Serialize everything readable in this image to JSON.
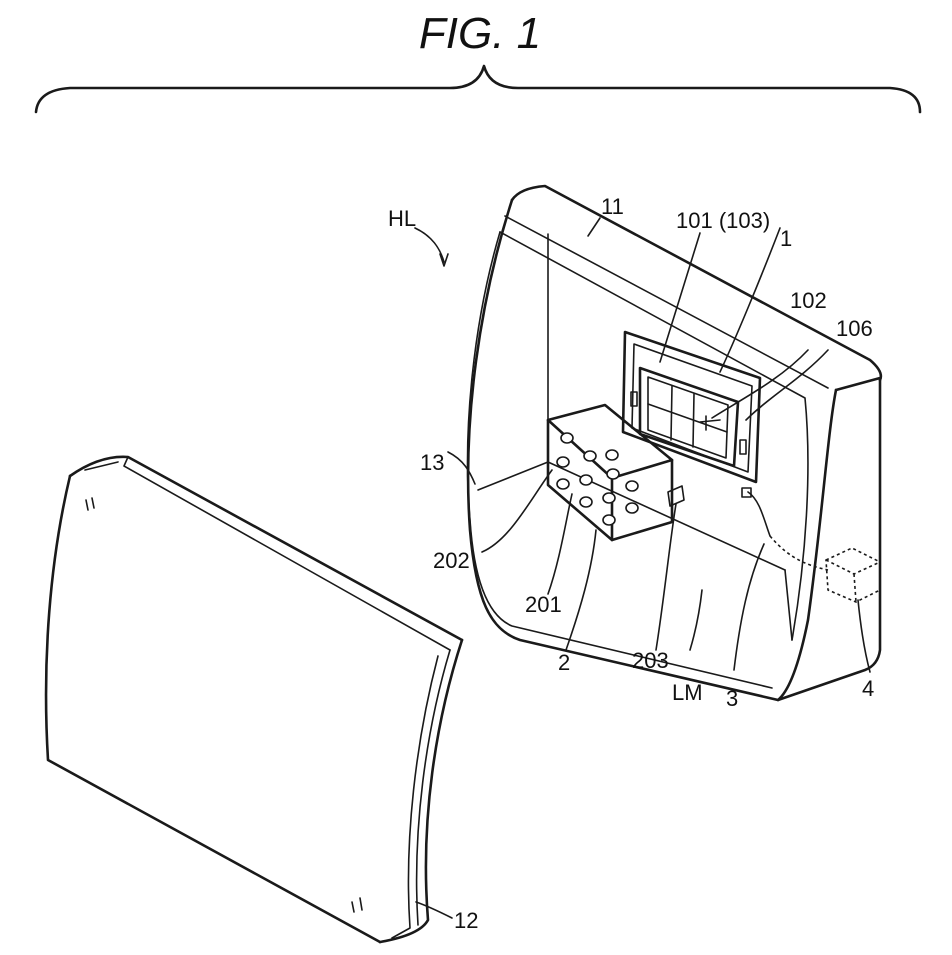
{
  "figure": {
    "title": "FIG. 1",
    "labels": {
      "hl": "HL",
      "n11": "11",
      "n101": "101 (103)",
      "n1": "1",
      "n102": "102",
      "n106": "106",
      "n13": "13",
      "n202": "202",
      "n201": "201",
      "n2": "2",
      "n203": "203",
      "lm": "LM",
      "n3": "3",
      "n4": "4",
      "n12": "12"
    }
  }
}
